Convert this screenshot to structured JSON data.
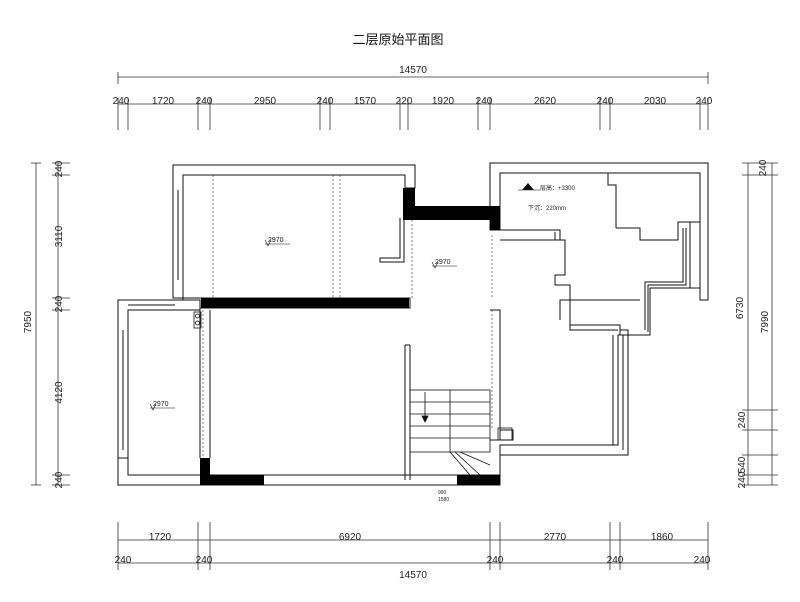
{
  "title": "二层原始平面图",
  "colors": {
    "ink": "#111111",
    "wall_fill": "#000000",
    "dim_line": "#333333"
  },
  "dimensions": {
    "top_total": "14570",
    "top_segments": [
      "240",
      "1720",
      "240",
      "2950",
      "240",
      "1570",
      "220",
      "1920",
      "240",
      "2620",
      "240",
      "2030",
      "240"
    ],
    "bottom_segments": [
      "1720",
      "6920",
      "2770",
      "1860"
    ],
    "bottom_detail": [
      "240",
      "240",
      "240",
      "240",
      "240"
    ],
    "bottom_total": "14570",
    "left_total": "7950",
    "left_segments": [
      "240",
      "3110",
      "240",
      "4120",
      "240"
    ],
    "right_total": "7990",
    "right_inner": "6730",
    "right_segments": [
      "240",
      "240",
      "540",
      "240"
    ]
  },
  "rooms": [
    {
      "height": "2970"
    },
    {
      "height": "2970"
    },
    {
      "height": "2970"
    }
  ],
  "level_note": {
    "floor_height": "层高：+3300",
    "beam": "下沉：220mm"
  },
  "small_notes": [
    "990",
    "1580"
  ],
  "icons": {
    "level_marker": "triangle-level-icon",
    "stair_arrow": "arrow-down-icon"
  }
}
